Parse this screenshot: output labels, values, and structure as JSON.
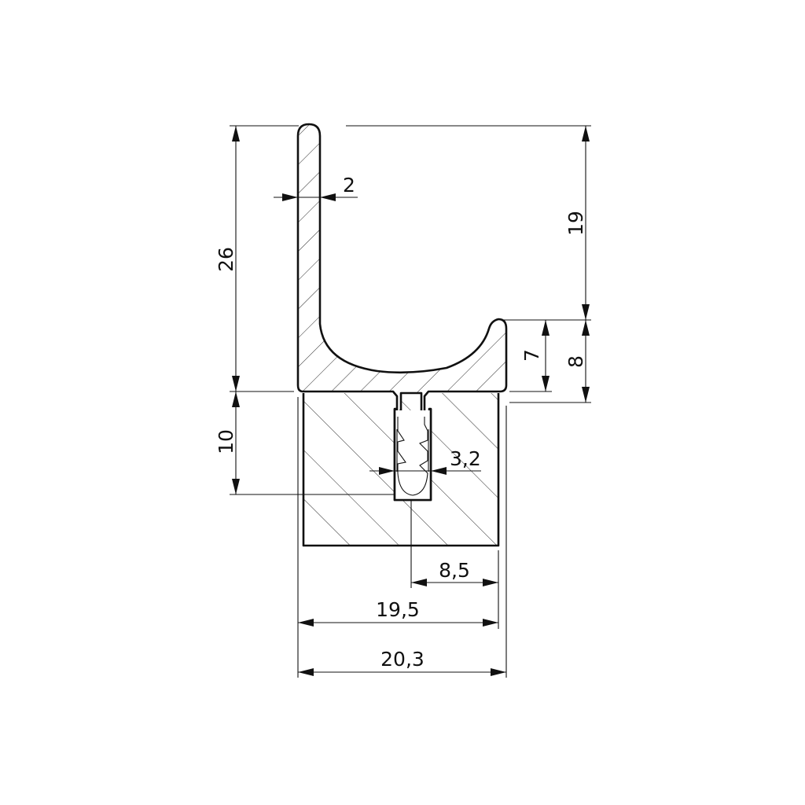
{
  "dimensions": {
    "flange_thickness": "2",
    "total_height": "26",
    "lower_height": "10",
    "upper_height": "19",
    "lip_height": "7",
    "lip_outer_height": "8",
    "groove_width": "3,2",
    "groove_offset": "8,5",
    "base_width": "19,5",
    "total_width": "20,3"
  }
}
